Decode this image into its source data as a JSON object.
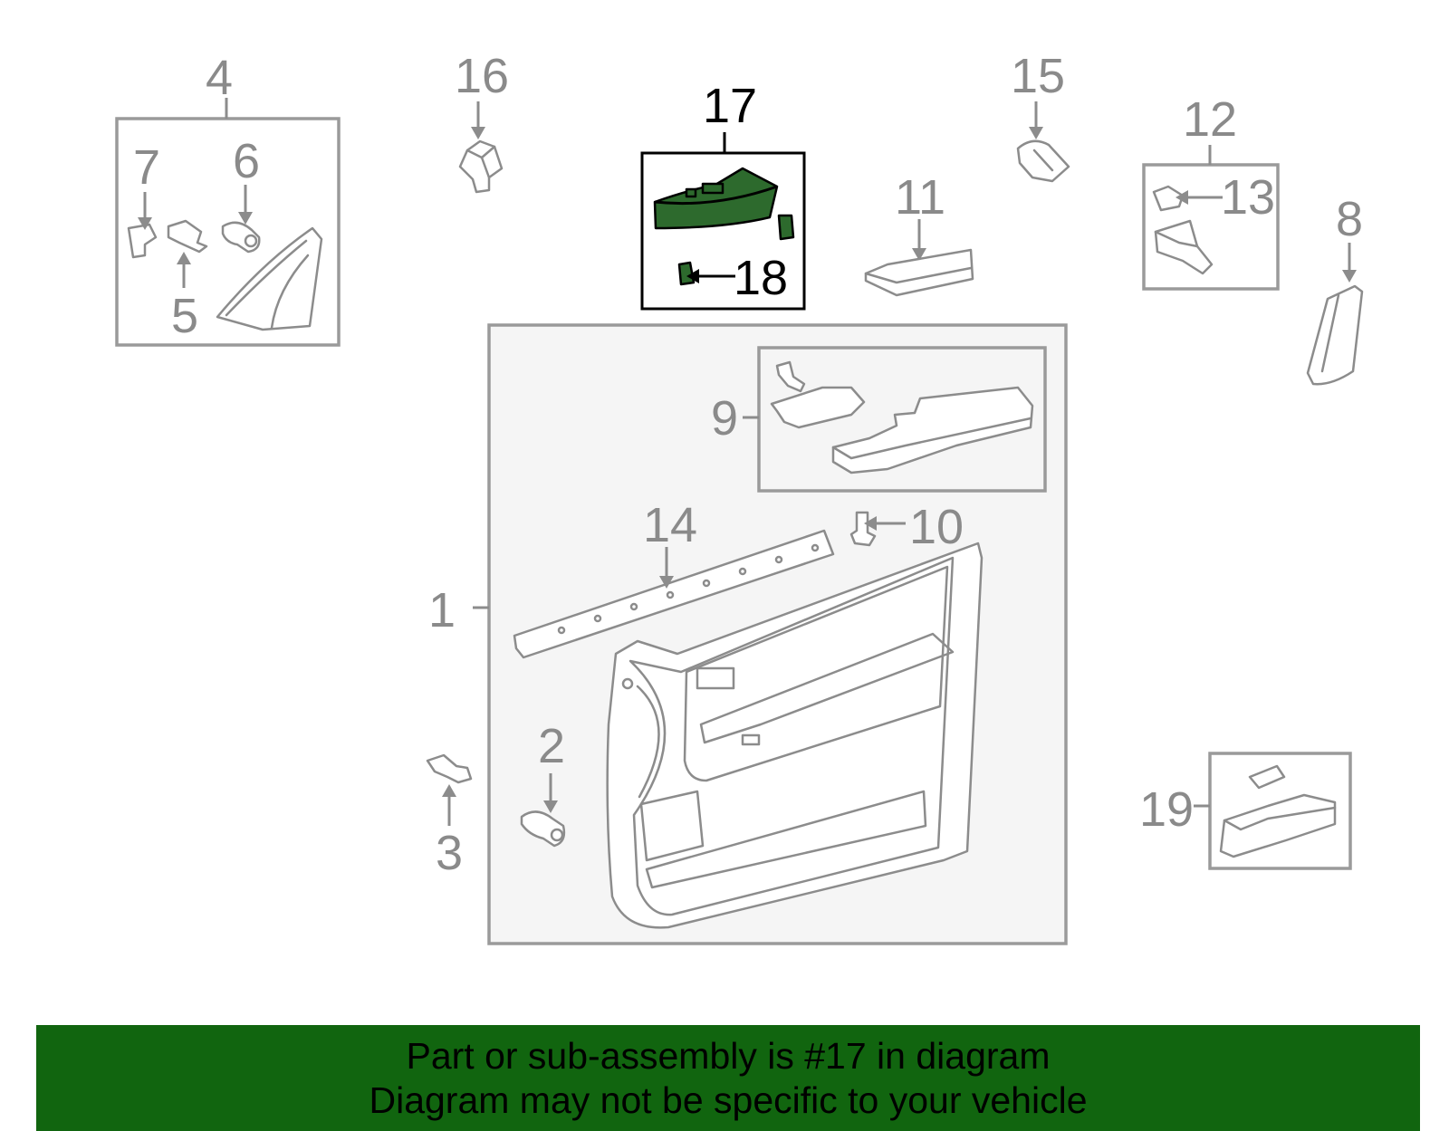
{
  "callouts": {
    "c1": "1",
    "c2": "2",
    "c3": "3",
    "c4": "4",
    "c5": "5",
    "c6": "6",
    "c7": "7",
    "c8": "8",
    "c9": "9",
    "c10": "10",
    "c11": "11",
    "c12": "12",
    "c13": "13",
    "c14": "14",
    "c15": "15",
    "c16": "16",
    "c17": "17",
    "c18": "18",
    "c19": "19"
  },
  "highlighted_part": "17",
  "colors": {
    "highlight": "#2d6a2d",
    "banner": "#11650f",
    "linework": "#8c8c8c"
  },
  "banner": {
    "line1": "Part or sub-assembly is #17 in diagram",
    "line2": "Diagram may not be specific to your vehicle"
  }
}
